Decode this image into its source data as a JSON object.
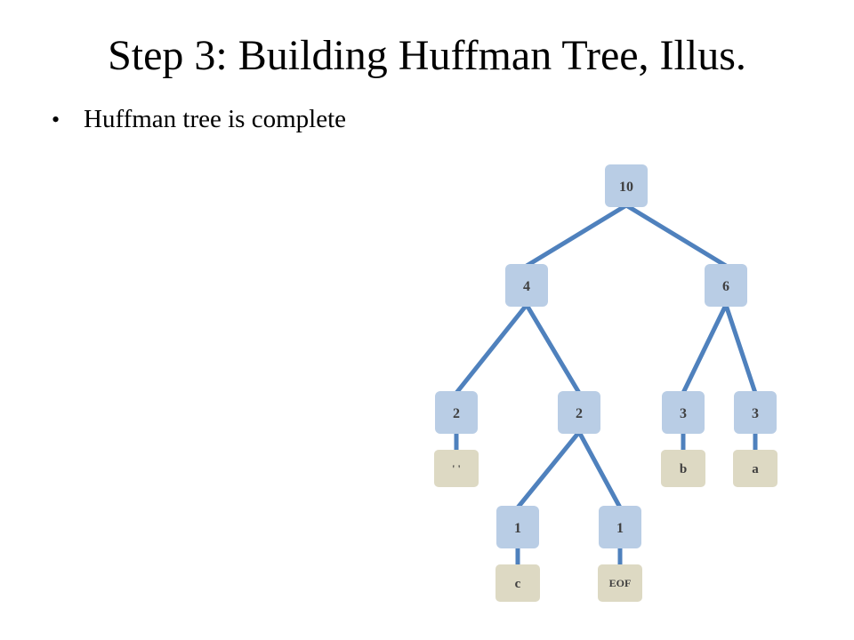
{
  "slide": {
    "title": "Step 3: Building Huffman Tree, Illus.",
    "bullets": [
      "Huffman tree is complete"
    ]
  },
  "colors": {
    "node_fill": "#b9cde5",
    "leaf_fill": "#ddd9c3",
    "edge": "#4f81bd",
    "text": "#3f3f3f"
  },
  "tree": {
    "nodes": [
      {
        "id": "root",
        "weight": "10"
      },
      {
        "id": "n4",
        "weight": "4"
      },
      {
        "id": "n6",
        "weight": "6"
      },
      {
        "id": "n2a",
        "weight": "2"
      },
      {
        "id": "n2b",
        "weight": "2"
      },
      {
        "id": "n3b",
        "weight": "3"
      },
      {
        "id": "n3a",
        "weight": "3"
      },
      {
        "id": "n1c",
        "weight": "1"
      },
      {
        "id": "n1eof",
        "weight": "1"
      }
    ],
    "symbols": [
      {
        "id": "s_space",
        "parent": "n2a",
        "label": "' '"
      },
      {
        "id": "s_b",
        "parent": "n3b",
        "label": "b"
      },
      {
        "id": "s_a",
        "parent": "n3a",
        "label": "a"
      },
      {
        "id": "s_c",
        "parent": "n1c",
        "label": "c"
      },
      {
        "id": "s_eof",
        "parent": "n1eof",
        "label": "EOF"
      }
    ],
    "edges": [
      [
        "root",
        "n4"
      ],
      [
        "root",
        "n6"
      ],
      [
        "n4",
        "n2a"
      ],
      [
        "n4",
        "n2b"
      ],
      [
        "n6",
        "n3b"
      ],
      [
        "n6",
        "n3a"
      ],
      [
        "n2b",
        "n1c"
      ],
      [
        "n2b",
        "n1eof"
      ]
    ]
  }
}
